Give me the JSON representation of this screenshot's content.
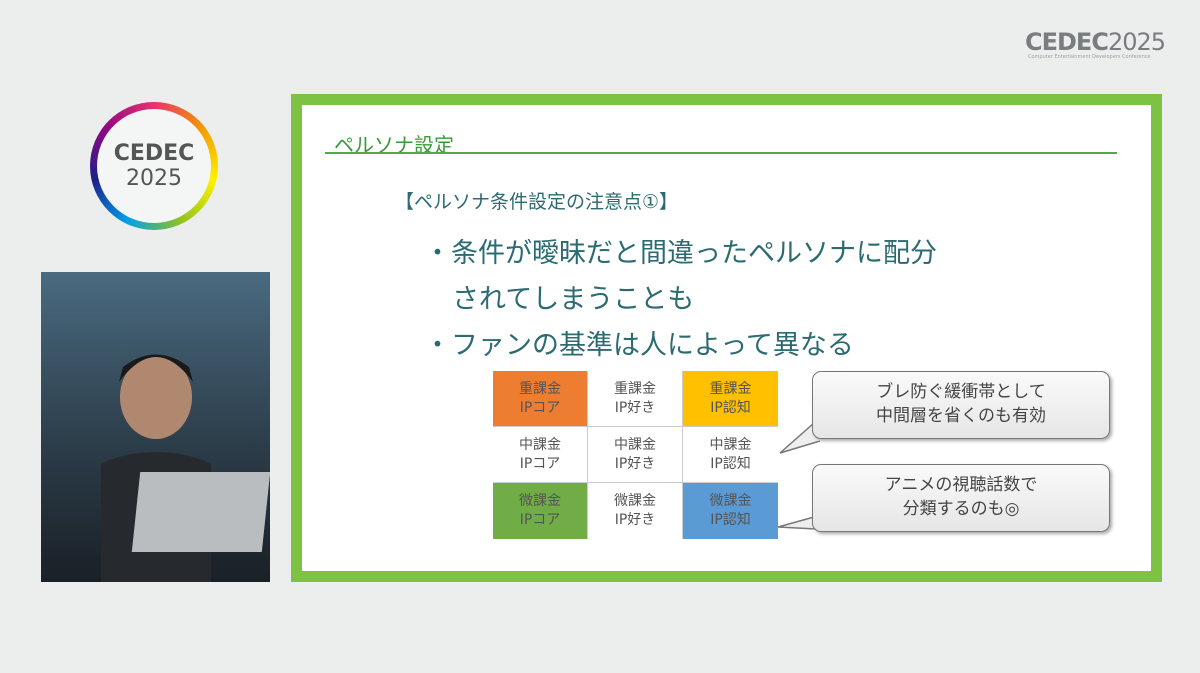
{
  "branding": {
    "corner_logo": "CEDEC",
    "corner_year": "2025",
    "corner_subtitle": "Computer Entertainment Developers Conference",
    "logo_text": "CEDEC",
    "logo_year": "2025"
  },
  "slide": {
    "title": "ペルソナ設定",
    "heading": "【ペルソナ条件設定の注意点①】",
    "bullets": [
      "・条件が曖昧だと間違ったペルソナに配分",
      "されてしまうことも",
      "・ファンの基準は人によって異なる"
    ],
    "grid": [
      {
        "l1": "重課金",
        "l2": "IPコア",
        "color": "#ed7d31"
      },
      {
        "l1": "重課金",
        "l2": "IP好き",
        "color": "#ffffff"
      },
      {
        "l1": "重課金",
        "l2": "IP認知",
        "color": "#ffc000"
      },
      {
        "l1": "中課金",
        "l2": "IPコア",
        "color": "#ffffff"
      },
      {
        "l1": "中課金",
        "l2": "IP好き",
        "color": "#ffffff"
      },
      {
        "l1": "中課金",
        "l2": "IP認知",
        "color": "#ffffff"
      },
      {
        "l1": "微課金",
        "l2": "IPコア",
        "color": "#70ad47"
      },
      {
        "l1": "微課金",
        "l2": "IP好き",
        "color": "#ffffff"
      },
      {
        "l1": "微課金",
        "l2": "IP認知",
        "color": "#5b9bd5"
      }
    ],
    "callouts": [
      {
        "l1": "ブレ防ぐ緩衝帯として",
        "l2": "中間層を省くのも有効"
      },
      {
        "l1": "アニメの視聴話数で",
        "l2": "分類するのも◎"
      }
    ],
    "accent": "#7dc242"
  }
}
